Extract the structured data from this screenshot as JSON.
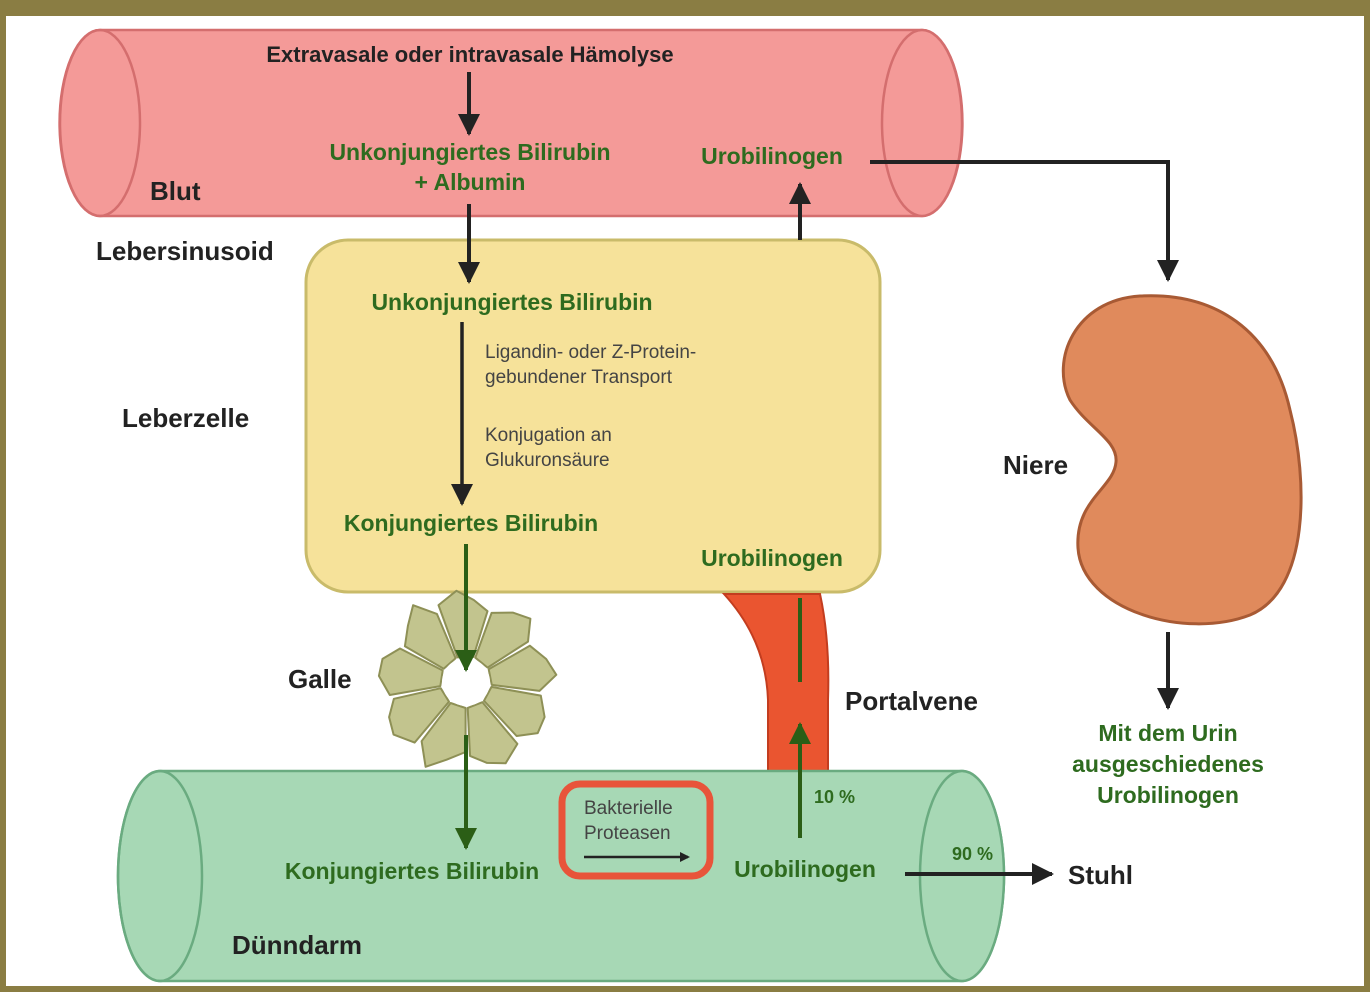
{
  "colors": {
    "frame": "#8a7d43",
    "blood": "#f49a98",
    "blood_edge": "#d46e6e",
    "liver": "#f6e29a",
    "liver_edge": "#c9bb6a",
    "intestine": "#a7d8b5",
    "intestine_edge": "#6aab80",
    "portal_vein": "#ea5530",
    "kidney": "#e08a5c",
    "kidney_edge": "#a85a34",
    "bile_cells": "#c2c48e",
    "bile_edge": "#8e9056",
    "green_text": "#2e6b1f",
    "arrow_black": "#222222",
    "arrow_green": "#2b5e16",
    "protease_box": "#e8543a"
  },
  "labels": {
    "hemolysis": "Extravasale oder intravasale Hämolyse",
    "blood": "Blut",
    "liver_sinusoid": "Lebersinusoid",
    "liver_cell": "Leberzelle",
    "bile": "Galle",
    "portal_vein": "Portalvene",
    "kidney": "Niere",
    "small_intestine": "Dünndarm",
    "stool": "Stuhl"
  },
  "blood": {
    "unconj_line1": "Unkonjungiertes Bilirubin",
    "unconj_line2": "+ Albumin",
    "urobilinogen": "Urobilinogen"
  },
  "liver": {
    "unconj": "Unkonjungiertes Bilirubin",
    "transport_line1": "Ligandin- oder Z-Protein-",
    "transport_line2": "gebundener Transport",
    "conjugation_line1": "Konjugation an",
    "conjugation_line2": "Glukuronsäure",
    "conj": "Konjungiertes Bilirubin",
    "urobilinogen": "Urobilinogen"
  },
  "intestine": {
    "conj": "Konjungiertes Bilirubin",
    "protease_line1": "Bakterielle",
    "protease_line2": "Proteasen",
    "urobilinogen": "Urobilinogen",
    "pct_portal": "10 %",
    "pct_stool": "90 %"
  },
  "urine": {
    "line1": "Mit dem Urin",
    "line2": "ausgeschiedenes",
    "line3": "Urobilinogen"
  },
  "icons": [
    "blood-vessel",
    "liver-cell",
    "bile-duct",
    "portal-vein",
    "kidney",
    "small-intestine"
  ]
}
